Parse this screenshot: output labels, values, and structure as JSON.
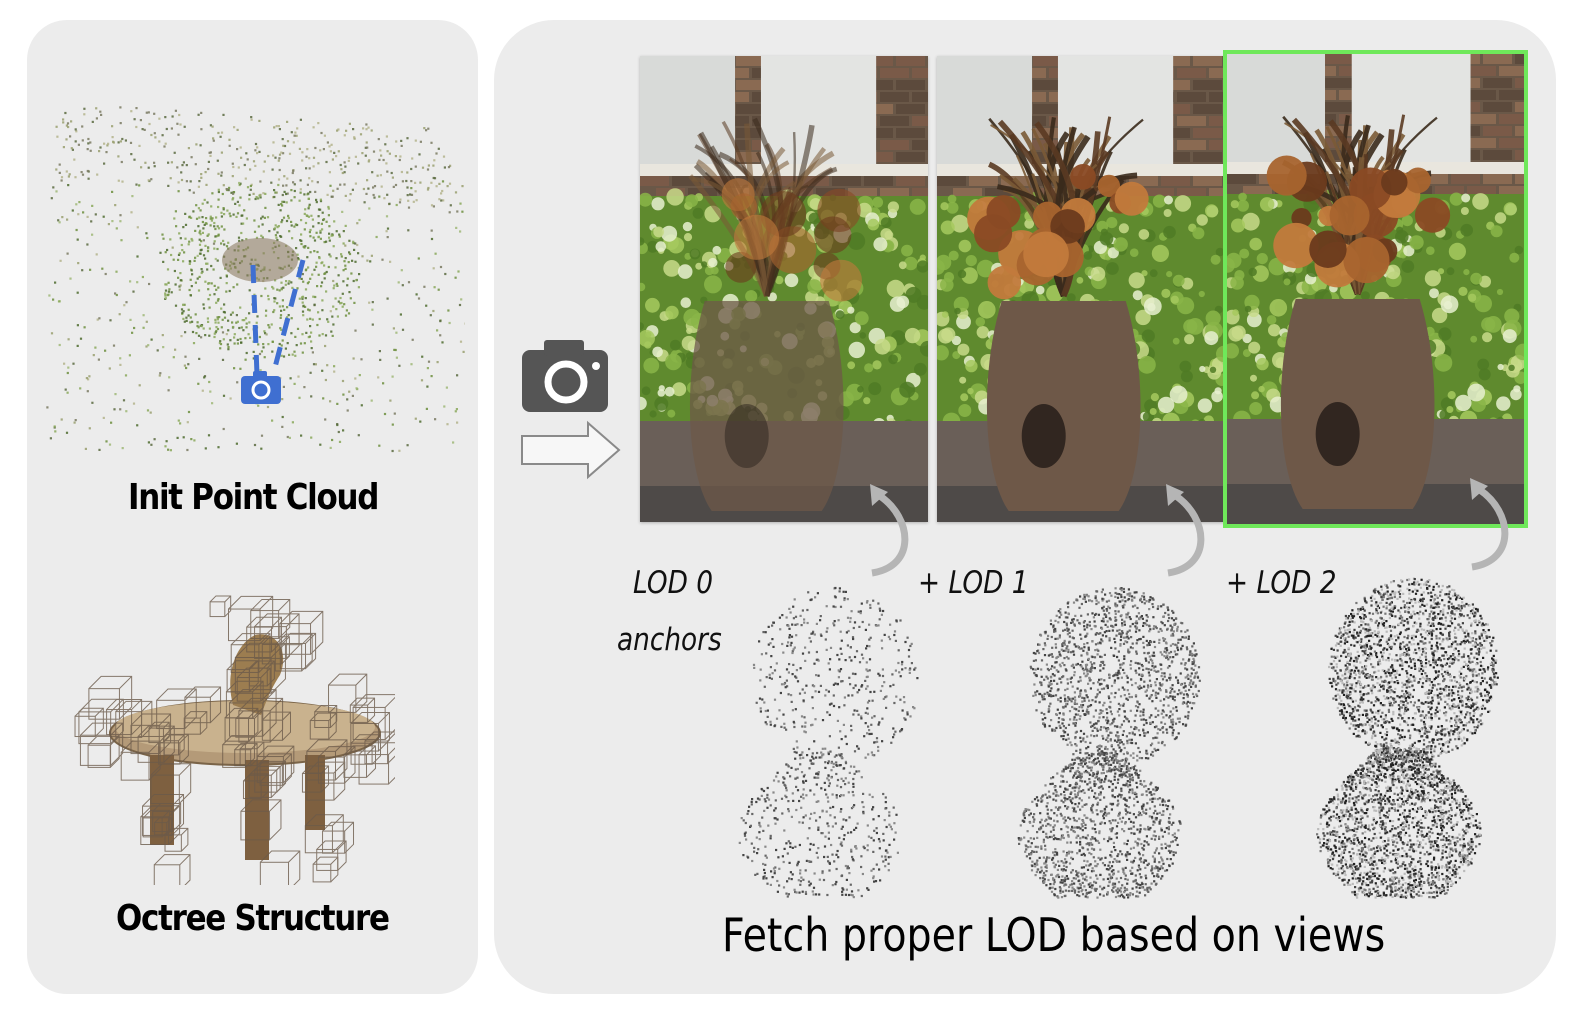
{
  "left_panel": {
    "point_cloud_title": "Init Point Cloud",
    "octree_title": "Octree Structure"
  },
  "right_panel": {
    "lod_labels": [
      {
        "line1": "LOD 0",
        "line2": "anchors"
      },
      {
        "line1": "+ LOD 1"
      },
      {
        "line1": "+ LOD 2"
      }
    ],
    "caption": "Fetch proper LOD based on views",
    "selected_view_index": 2
  },
  "icons": {
    "camera": "camera-icon",
    "arrow": "right-arrow-icon",
    "curved_arrow": "curved-arrow-icon"
  },
  "colors": {
    "panel_bg": "#ececec",
    "camera_blue": "#3f6fd1",
    "selected_border": "#6fe85a",
    "camera_gray": "#555555"
  }
}
